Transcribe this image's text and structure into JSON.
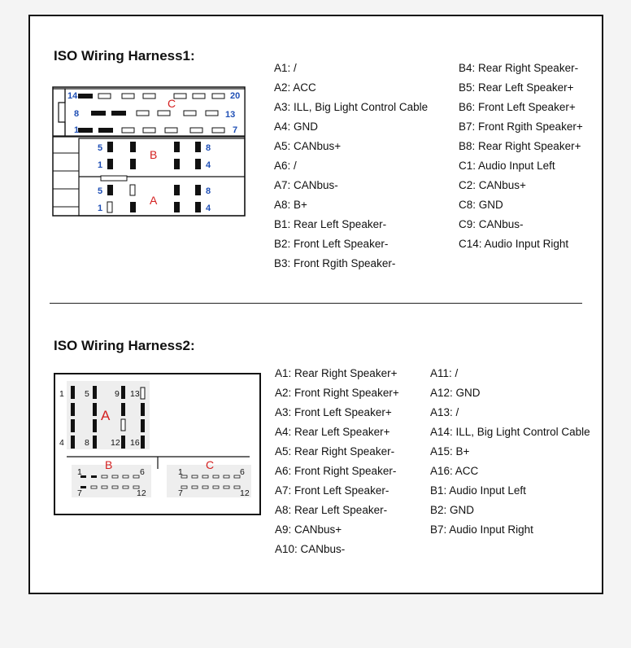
{
  "harness1": {
    "title": "ISO Wiring Harness1:",
    "col1": [
      "A1: /",
      "A2: ACC",
      "A3: ILL, Big Light Control Cable",
      "A4: GND",
      "A5: CANbus+",
      "A6: /",
      "A7: CANbus-",
      "A8: B+",
      "B1: Rear Left Speaker-",
      "B2: Front Left Speaker-",
      "B3: Front Rgith Speaker-"
    ],
    "col2": [
      "B4: Rear Right Speaker-",
      "B5: Rear Left Speaker+",
      "B6: Front Left Speaker+",
      "B7: Front Rgith Speaker+",
      "B8: Rear Right Speaker+",
      "C1: Audio Input Left",
      "C2: CANbus+",
      "C8: GND",
      "C9: CANbus-",
      "C14:  Audio Input Right"
    ],
    "diagram": {
      "c_label": "C",
      "b_label": "B",
      "a_label": "A",
      "c_pins": {
        "p14": "14",
        "p20": "20",
        "p8": "8",
        "p13": "13",
        "p1": "1",
        "p7": "7"
      },
      "b_pins": {
        "p5": "5",
        "p8": "8",
        "p1": "1",
        "p4": "4"
      },
      "a_pins": {
        "p5": "5",
        "p8": "8",
        "p1": "1",
        "p4": "4"
      }
    }
  },
  "harness2": {
    "title": "ISO Wiring Harness2:",
    "col1": [
      "A1:  Rear Right Speaker+",
      "A2: Front Right Speaker+",
      "A3: Front Left Speaker+",
      "A4: Rear Left Speaker+",
      "A5: Rear Right Speaker-",
      "A6: Front Right Speaker-",
      "A7: Front Left Speaker-",
      "A8: Rear Left Speaker-",
      "A9: CANbus+",
      "A10: CANbus-"
    ],
    "col2": [
      "A11: /",
      "A12: GND",
      "A13: /",
      "A14: ILL, Big Light Control Cable",
      "A15: B+",
      "A16: ACC",
      "B1: Audio Input Left",
      "B2: GND",
      "B7: Audio Input Right"
    ],
    "diagram": {
      "a_label": "A",
      "b_label": "B",
      "c_label": "C",
      "a_pins": {
        "p1": "1",
        "p5": "5",
        "p9": "9",
        "p13": "13",
        "p4": "4",
        "p8": "8",
        "p12": "12",
        "p16": "16"
      },
      "b_pins": {
        "p1": "1",
        "p6": "6",
        "p7": "7",
        "p12": "12"
      },
      "c_pins": {
        "p1": "1",
        "p6": "6",
        "p7": "7",
        "p12": "12"
      }
    }
  },
  "colors": {
    "pin_blue": "#1f4fb5",
    "label_red": "#d42020",
    "ink": "#111111"
  }
}
